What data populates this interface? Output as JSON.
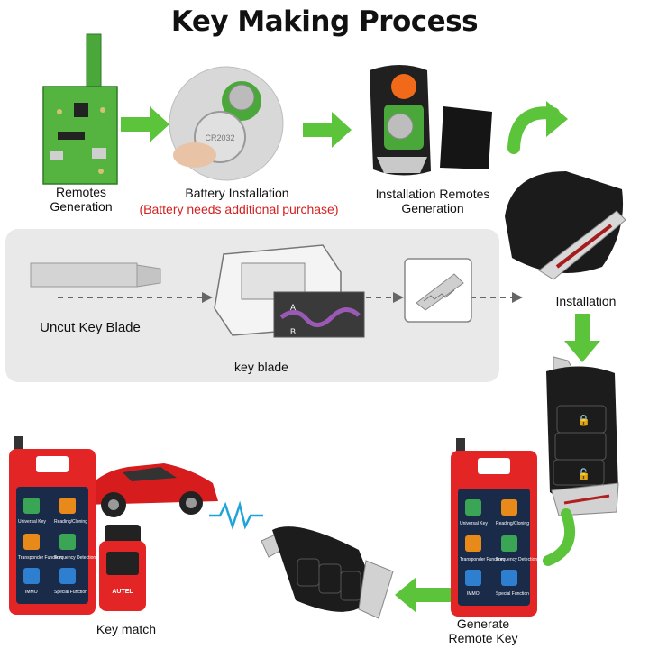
{
  "title": "Key Making Process",
  "steps": {
    "remotes_generation": "Remotes\nGeneration",
    "battery_installation": "Battery Installation",
    "battery_note": "(Battery needs additional purchase)",
    "installation_remotes": "Installation Remotes\nGeneration",
    "installation": "Installation",
    "uncut_blade": "Uncut Key  Blade",
    "key_blade": "key blade",
    "generate_remote": "Generate\nRemote Key",
    "key_match": "Key match"
  },
  "machine_labels": {
    "a": "A",
    "b": "B"
  },
  "battery_text": "CR2032",
  "tablet": {
    "tiles": [
      {
        "label": "Universal Key",
        "color": "#3aa655"
      },
      {
        "label": "Reading/Cloning",
        "color": "#e88a1a"
      },
      {
        "label": "Transponder Function",
        "color": "#e88a1a"
      },
      {
        "label": "Frequency Detection",
        "color": "#3aa655"
      },
      {
        "label": "IMMO",
        "color": "#2f7fd0"
      },
      {
        "label": "Special Function",
        "color": "#2f7fd0"
      }
    ]
  },
  "obd_brand": "AUTEL",
  "colors": {
    "arrow_green": "#5cc43a",
    "device_red": "#e32525",
    "panel": "#e9e9e9"
  }
}
